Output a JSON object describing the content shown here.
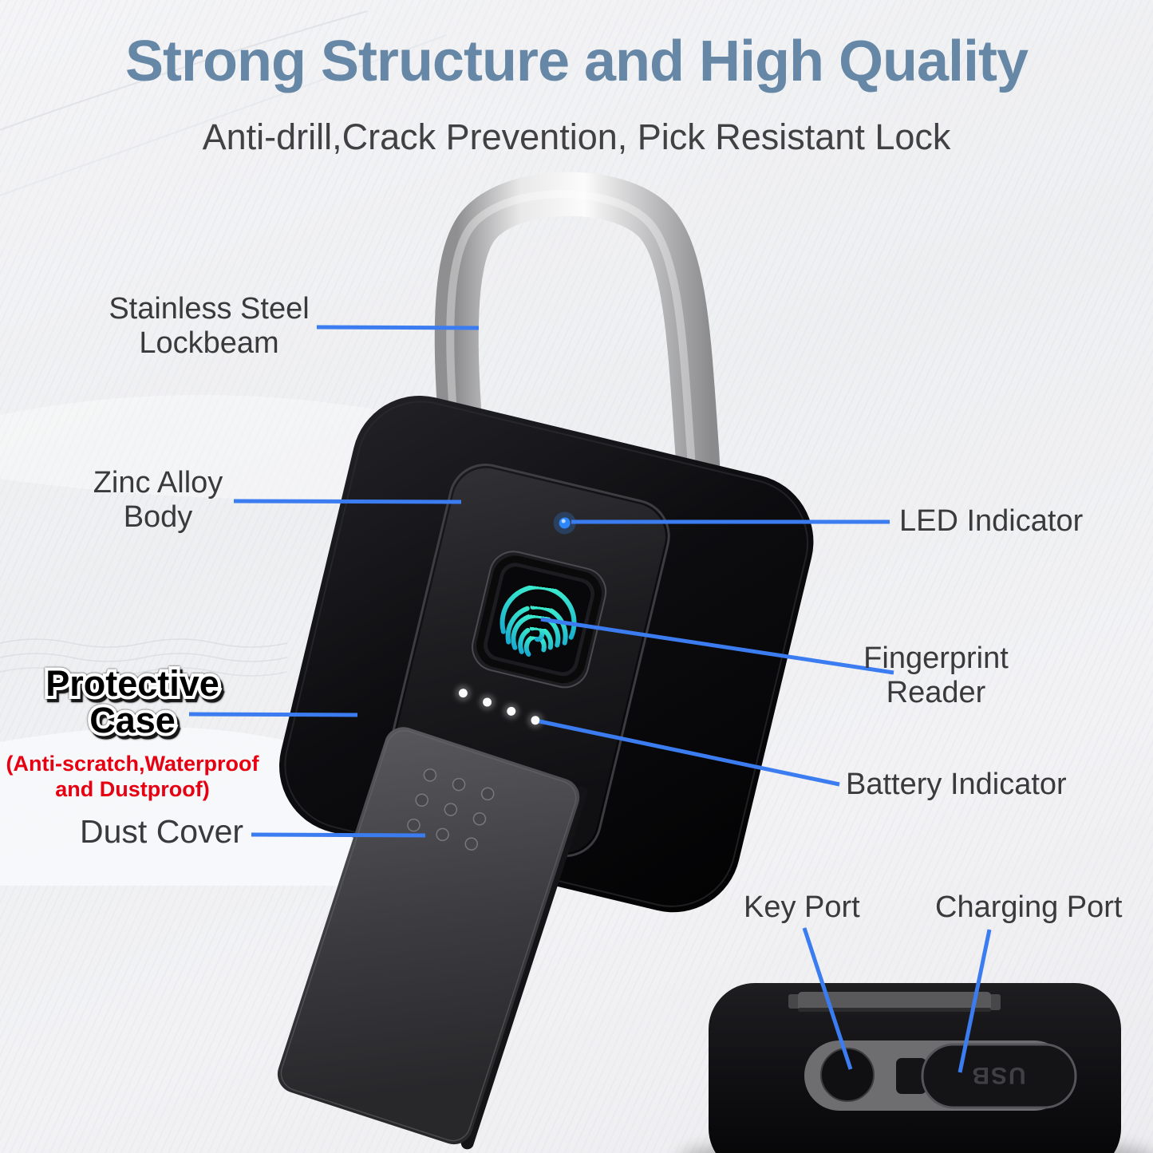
{
  "header": {
    "title": "Strong Structure and High Quality",
    "subtitle": "Anti-drill,Crack Prevention, Pick Resistant Lock"
  },
  "callouts": {
    "lockbeam": {
      "line1": "Stainless Steel",
      "line2": "Lockbeam"
    },
    "zinc_body": {
      "line1": "Zinc Alloy",
      "line2": "Body"
    },
    "led": {
      "label": "LED Indicator"
    },
    "fingerprint": {
      "line1": "Fingerprint",
      "line2": "Reader"
    },
    "protective_case": {
      "line1": "Protective",
      "line2": "Case",
      "note_line1": "(Anti-scratch,Waterproof",
      "note_line2": "and Dustproof)"
    },
    "dust_cover": {
      "label": "Dust Cover"
    },
    "battery": {
      "label": "Battery Indicator"
    },
    "key_port": {
      "label": "Key Port"
    },
    "charging_port": {
      "label": "Charging Port"
    }
  },
  "device": {
    "usb_port_label": "USB"
  },
  "colors": {
    "title": "#6687a6",
    "subtitle": "#414144",
    "label_text": "#3a3a3c",
    "warning_red": "#e60011",
    "callout_line_blue": "#3b7cf0",
    "led_blue": "#2f86f8",
    "fingerprint_teal": "#2bd8c8",
    "lock_body_black": "#0a0a0c",
    "shackle_silver": "#d6d6d6"
  }
}
